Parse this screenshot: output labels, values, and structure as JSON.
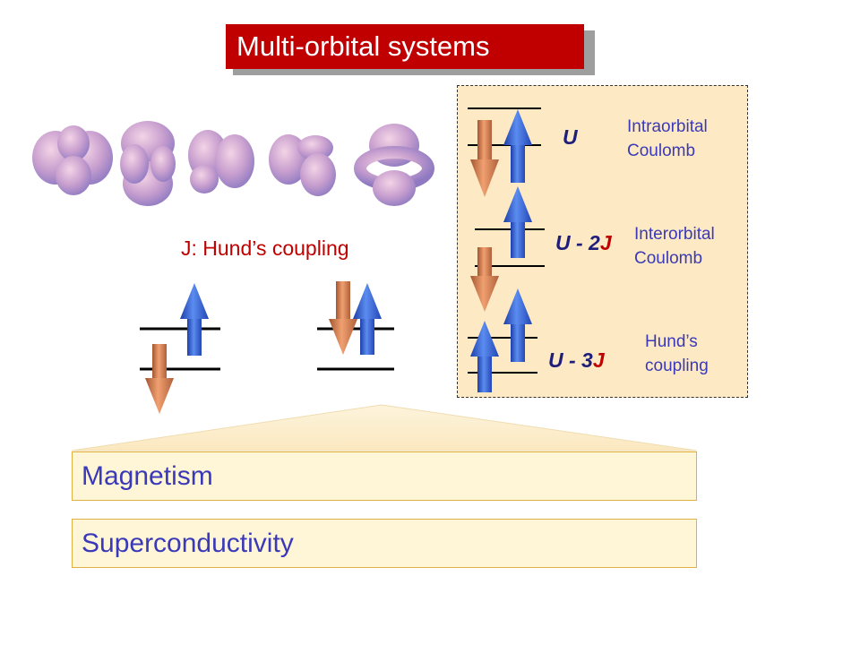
{
  "title": "Multi-orbital systems",
  "hund_label": "J: Hund’s coupling",
  "interactions": [
    {
      "pre": "U",
      "j": "",
      "desc_line1": "Intraorbital",
      "desc_line2": "Coulomb"
    },
    {
      "pre": "U - 2",
      "j": "J",
      "desc_line1": "Interorbital",
      "desc_line2": "Coulomb"
    },
    {
      "pre": "U - 3",
      "j": "J",
      "desc_line1": "Hund’s",
      "desc_line2": "coupling"
    }
  ],
  "phenomena": [
    "Magnetism",
    "Superconductivity"
  ],
  "colors": {
    "title_bg": "#c00000",
    "panel_bg": "#fde9c4",
    "spin_up": "#3a6fe0",
    "spin_down": "#d98050",
    "text_blue": "#3a3ab8"
  },
  "icons": [
    "d-orbital-lobes",
    "spin-up-arrow",
    "spin-down-arrow",
    "energy-level-line"
  ]
}
